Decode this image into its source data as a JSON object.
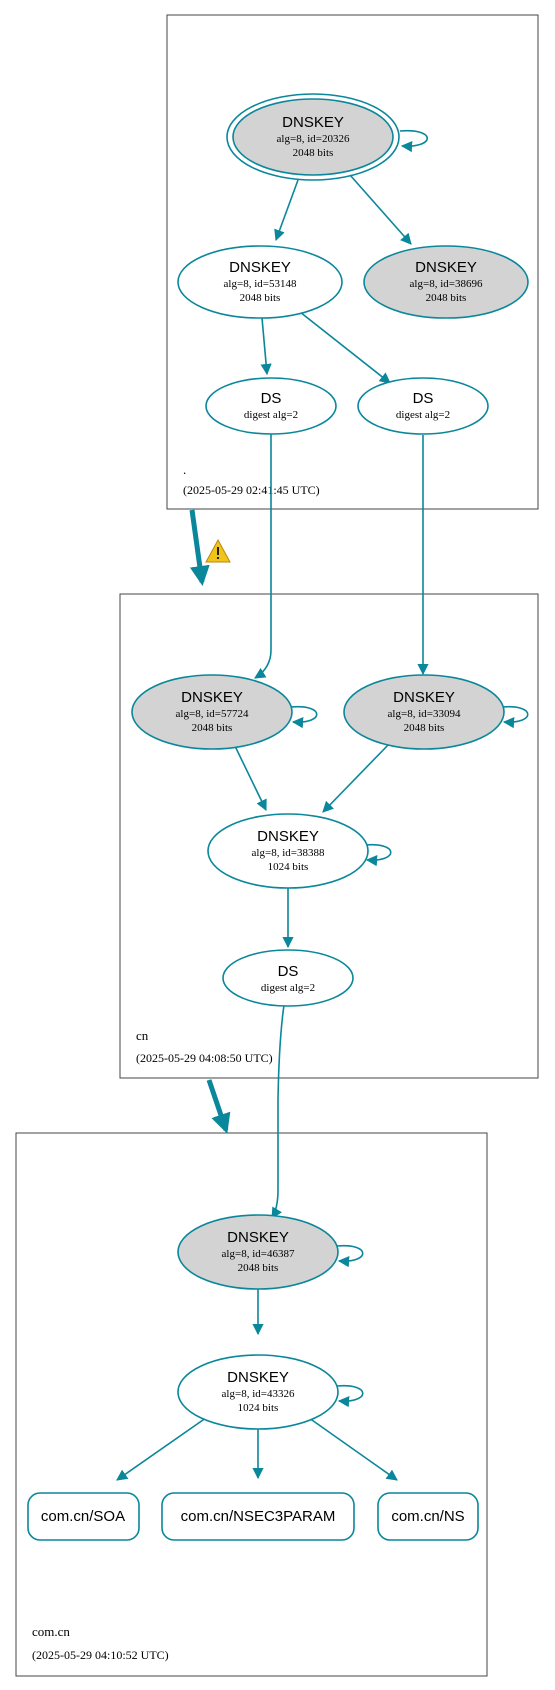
{
  "zones": [
    {
      "id": "root",
      "name": ".",
      "timestamp": "(2025-05-29 02:41:45 UTC)"
    },
    {
      "id": "cn",
      "name": "cn",
      "timestamp": "(2025-05-29 04:08:50 UTC)"
    },
    {
      "id": "comcn",
      "name": "com.cn",
      "timestamp": "(2025-05-29 04:10:52 UTC)"
    }
  ],
  "nodes": {
    "root_ksk": {
      "title": "DNSKEY",
      "line1": "alg=8, id=20326",
      "line2": "2048 bits"
    },
    "root_zsk": {
      "title": "DNSKEY",
      "line1": "alg=8, id=53148",
      "line2": "2048 bits"
    },
    "root_k3": {
      "title": "DNSKEY",
      "line1": "alg=8, id=38696",
      "line2": "2048 bits"
    },
    "root_ds1": {
      "title": "DS",
      "line1": "digest alg=2"
    },
    "root_ds2": {
      "title": "DS",
      "line1": "digest alg=2"
    },
    "cn_k1": {
      "title": "DNSKEY",
      "line1": "alg=8, id=57724",
      "line2": "2048 bits"
    },
    "cn_k2": {
      "title": "DNSKEY",
      "line1": "alg=8, id=33094",
      "line2": "2048 bits"
    },
    "cn_zsk": {
      "title": "DNSKEY",
      "line1": "alg=8, id=38388",
      "line2": "1024 bits"
    },
    "cn_ds": {
      "title": "DS",
      "line1": "digest alg=2"
    },
    "comcn_ksk": {
      "title": "DNSKEY",
      "line1": "alg=8, id=46387",
      "line2": "2048 bits"
    },
    "comcn_zsk": {
      "title": "DNSKEY",
      "line1": "alg=8, id=43326",
      "line2": "1024 bits"
    },
    "rr_soa": {
      "title": "com.cn/SOA"
    },
    "rr_nsec3": {
      "title": "com.cn/NSEC3PARAM"
    },
    "rr_ns": {
      "title": "com.cn/NS"
    }
  },
  "colors": {
    "edge": "#0a879a",
    "key_fill_sep": "#d3d3d3",
    "node_fill": "#ffffff",
    "zone_border": "#444444",
    "warning_fill": "#f0c419",
    "warning_stroke": "#b8860b"
  },
  "legend": {
    "warning_icon": "warning-triangle-icon"
  }
}
